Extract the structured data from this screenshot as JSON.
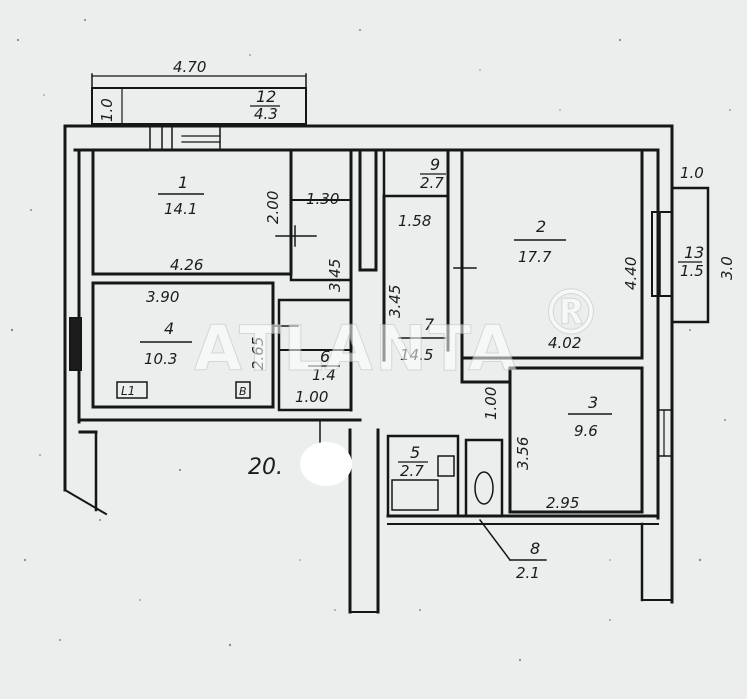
{
  "plan": {
    "dims": {
      "top_width": "4.70",
      "bedroom1_width": "4.26",
      "bedroom1_height": "2.00",
      "bedroom4_width": "3.90",
      "bedroom4_height": "2.65",
      "closet_width": "1.30",
      "closet2_width": "1.58",
      "hall_left_height": "3.45",
      "hall_right_height": "3.45",
      "room2_height": "4.40",
      "room2_width": "4.02",
      "room3_height": "3.56",
      "room3_width": "2.95",
      "wc_width": "1.00",
      "right_bay_height": "3.0",
      "right_bay_width": "1.0",
      "entry_width": "1.00",
      "loggia_width": "1.0"
    },
    "rooms": [
      {
        "id": "1",
        "area": "14.1"
      },
      {
        "id": "2",
        "area": "17.7"
      },
      {
        "id": "3",
        "area": "9.6"
      },
      {
        "id": "4",
        "area": "10.3"
      },
      {
        "id": "5",
        "area": "2.7"
      },
      {
        "id": "6",
        "area": "1.4"
      },
      {
        "id": "7",
        "area": "14.5"
      },
      {
        "id": "8",
        "area": "2.1"
      },
      {
        "id": "9",
        "area": "2.7"
      },
      {
        "id": "12",
        "area": "4.3"
      },
      {
        "id": "13",
        "area": "1.5"
      }
    ],
    "markers": {
      "left_box": "L1",
      "right_box": "B"
    },
    "stamp": "20.",
    "watermark": "ATLANTA",
    "watermark_reg": "®"
  }
}
